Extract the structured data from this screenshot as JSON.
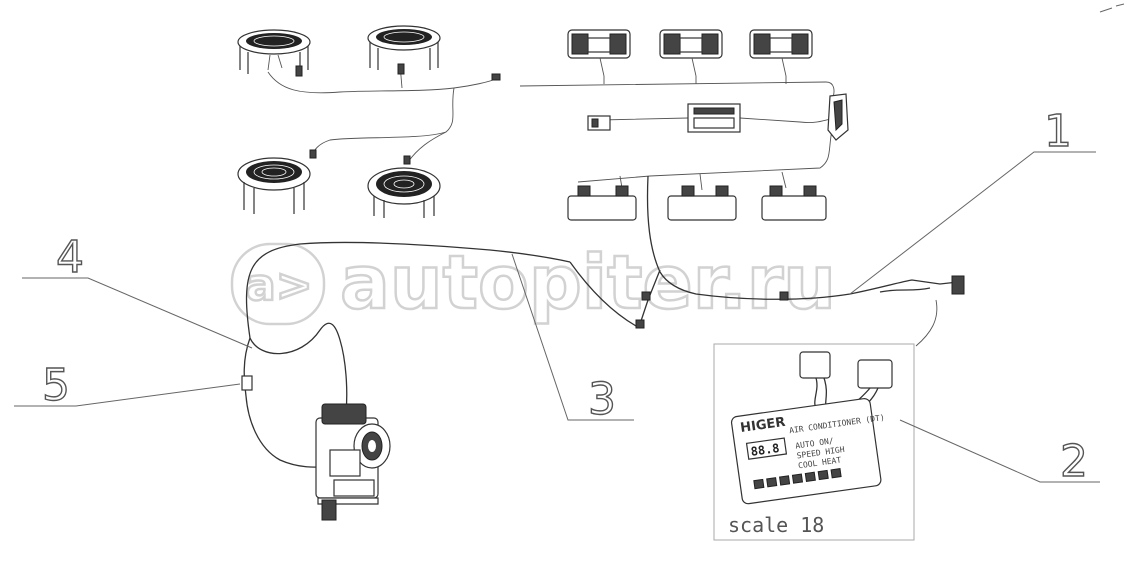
{
  "watermark": {
    "logo_text": "a>",
    "site_text": "autopiter.ru"
  },
  "callouts": {
    "c1": "1",
    "c2": "2",
    "c3": "3",
    "c4": "4",
    "c5": "5"
  },
  "detail_panel": {
    "brand": "HIGER",
    "title": "AIR CONDITIONER (DT)",
    "digits": "88.8",
    "line1": "AUTO ON/",
    "line2": "SPEED HIGH",
    "line3": "COOL HEAT",
    "scale": "scale 18"
  }
}
